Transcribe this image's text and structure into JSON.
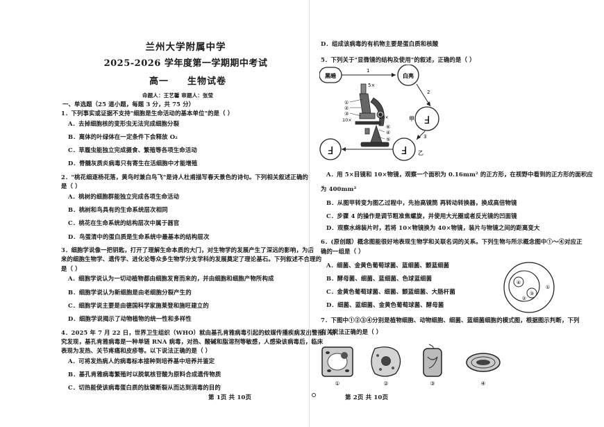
{
  "header": {
    "school": "兰州大学附属中学",
    "exam": "2025-2026 学年度第一学期期中考试",
    "grade": "高一",
    "subject": "生物试卷",
    "authors": "命题人：王艺馨    审题人：张莹"
  },
  "section1": {
    "title": "一、单选题（25 道小题，每题 3 分，共 75 分）"
  },
  "left_questions": [
    {
      "stem": [
        "1．下列事实或证据不支持\"细胞是生命活动的基本单位\"的是（    ）"
      ],
      "options": [
        "A．去掉细胞核的变形虫无法完成细胞分裂",
        "B．离体的叶绿体在一定条件下会释放 O₂",
        "C．草履虫能独立完成摄食、繁殖等各项生命活动",
        "D．脊髓灰质炎病毒只有寄生在活细胞中才能增殖"
      ]
    },
    {
      "stem": [
        "2．\"桃花细逐杨花落，黄鸟时兼白鸟飞\"是诗人杜甫描写春天景色的诗句。下列相关叙述正确的",
        "是（    ）"
      ],
      "options": [
        "A．桃树的细胞群能独立完成各项生命活动",
        "B．桃树和鸟具有的生命系统层次相同",
        "C．桃花在生命系统的结构层次中属于器官",
        "D．鸟蛋清中的蛋白质是生命系统中最基本的结构层次"
      ]
    },
    {
      "stem": [
        "3．细胞学说像一把钥匙，打开了理解生命本质的大门，对生物学的发展产生了深远的影响，为后",
        "来的细胞生物学、遗传学、进化论等众多生物学分支学科的发展奠定了理论基石。下列叙述不合理的",
        "是（    ）"
      ],
      "options": [
        "A．细胞学说认为一切动植物都由细胞发育而来的，并由细胞和细胞产物所构成",
        "B．细胞学说认为新细胞是由老细胞分裂产生的",
        "C．细胞学说主要是由德国科学家施莱登和施旺建立的",
        "D．细胞学说揭示了动物植物的统一性和多样性"
      ]
    },
    {
      "stem": [
        "4．2025 年 7 月 22 日，世界卫生组织（WHO）就由基孔肯雅病毒引起的蚊媒传播疾病发出警报。研",
        "究发现，基孔肯雅病毒是一种单链 RNA 病毒，对热、酸碱和脂溶剂等敏感，人感染该病毒后，临床",
        "表现为发热、关节疼痛和皮疹等。以下说法正确的是（    ）"
      ],
      "options": [
        "A．可将发热病人的病毒标本接种到培养基中培养并鉴定",
        "B．基孔肯雅病毒繁殖时以脱氧核苷酸为原料合成遗传物质",
        "C．切热能使该病毒蛋白质的肽键断裂从而达到消毒的目的"
      ]
    }
  ],
  "right_top": "D．组成该病毒的有机物主要是蛋白质和核酸",
  "q5": {
    "stem": "5．下列关于\"显微镜的结构及使用\"的叙述，正确的是（    ）",
    "diagram": {
      "labels": [
        "黑暗",
        "白亮",
        "甲",
        "乙",
        "1",
        "2",
        "3",
        "4",
        "5×",
        "20×",
        "10×",
        "①",
        "②",
        "③",
        "④",
        "⑤",
        "⑥"
      ],
      "letters": [
        "F",
        "F",
        "F"
      ]
    },
    "options": [
      "A．用 5×目镜和 10×物镜，观察一个面积为 0.16mm² 的正方形，在视野中看到的正方形的面积应",
      "为 400mm²",
      "B．从图甲转变为图乙过程中，先抬高镜筒    再转动转换器，换成高倍物镜",
      "C．步骤 4 的操作是调节粗准焦螺旋，并使用大光圈或者反光镜的凹面镜",
      "D．观察水绵装片时，若将 10×物镜换为 40×物镜，装片与物镜之间的距离变大"
    ]
  },
  "q6": {
    "stem": [
      "6．(原创题）概念图能很好地表现生物学和关联名词的关系。下列生物与所示概念图中①～④对应正",
      "确的一组是（    ）"
    ],
    "options": [
      "A．细菌、金黄色葡萄球菌、蓝细菌、颤蓝细菌",
      "B．酵母菌、细菌、蓝细菌、色球蓝细菌",
      "C．金黄色葡萄球菌、细菌、颤蓝细菌、大肠杆菌",
      "D．细菌、蓝细菌、金黄色葡萄球菌、酵母菌"
    ],
    "diagram_labels": [
      "①",
      "②",
      "③",
      "④"
    ]
  },
  "q7": {
    "stem": [
      "7．下图中①②③④分别是植物细胞、动物细胞、细菌、蓝细菌细胞的模式图，根据图示判断，下列",
      "有关说法正确的是（    ）"
    ],
    "cell_labels": [
      "①",
      "②",
      "③",
      "④"
    ]
  },
  "footer": {
    "left": "第 1页  共 10页",
    "right": "第 2页  共 10页"
  }
}
